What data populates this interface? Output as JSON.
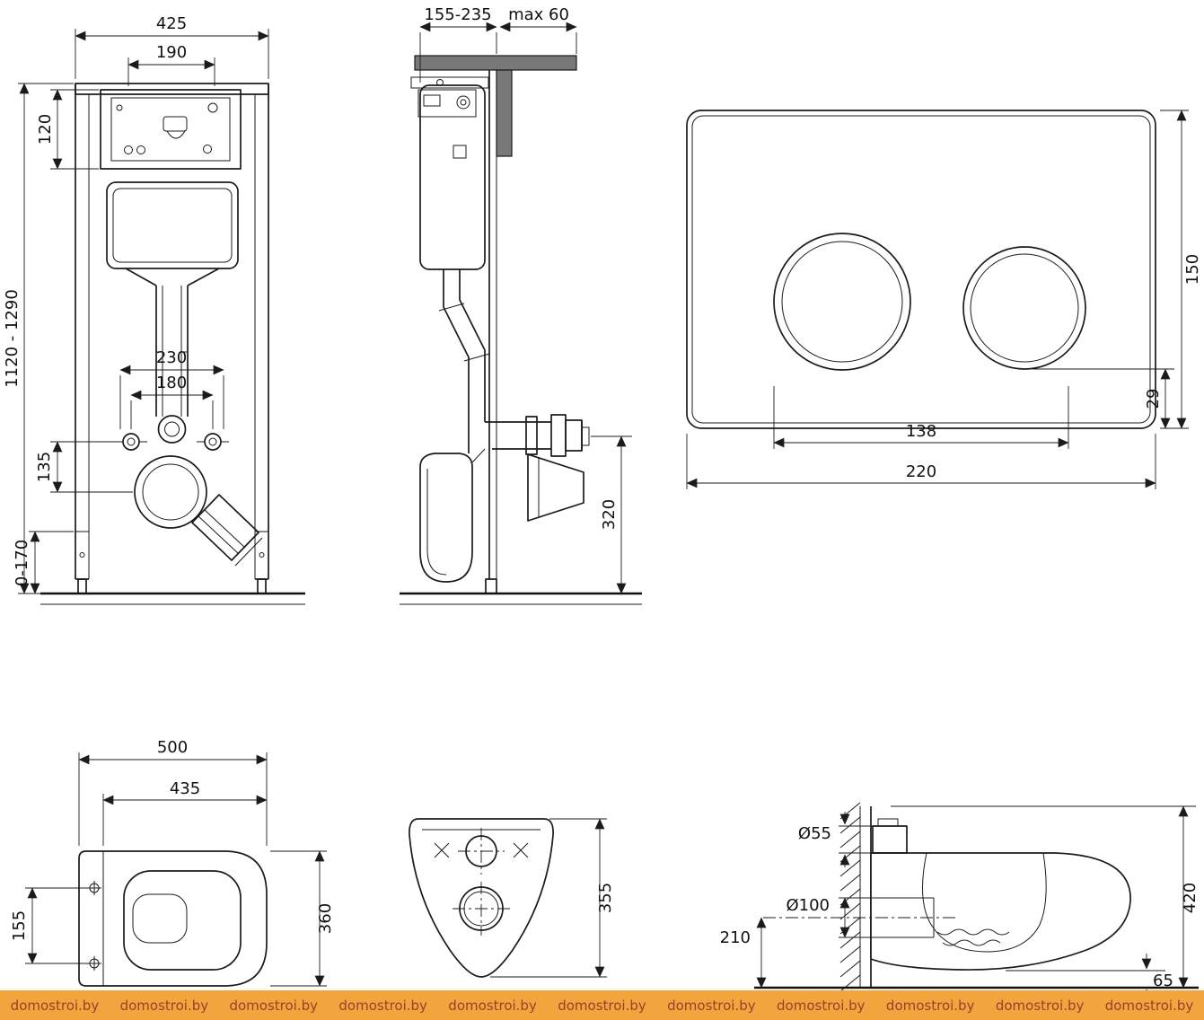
{
  "frame_front": {
    "width": "425",
    "opening_width": "190",
    "opening_height": "120",
    "height_range": "1120 - 1290",
    "fixing_spacing_outer": "230",
    "fixing_spacing_inner": "180",
    "drain_offset": "135",
    "foot_adjust": "0-170"
  },
  "frame_side": {
    "depth_range": "155-235",
    "max_finish": "max 60",
    "outlet_height": "320"
  },
  "flush_plate": {
    "height": "150",
    "button_bottom_offset": "29",
    "button_span": "138",
    "width": "220"
  },
  "bowl_top": {
    "depth": "500",
    "depth_inner": "435",
    "fixing_span": "155",
    "width": "360"
  },
  "bowl_back": {
    "height": "355"
  },
  "bowl_side": {
    "inlet_diameter": "Ø55",
    "outlet_diameter": "Ø100",
    "outlet_height": "210",
    "height": "420",
    "bottom_gap": "65"
  },
  "watermark": {
    "text": "domostroi.by"
  }
}
